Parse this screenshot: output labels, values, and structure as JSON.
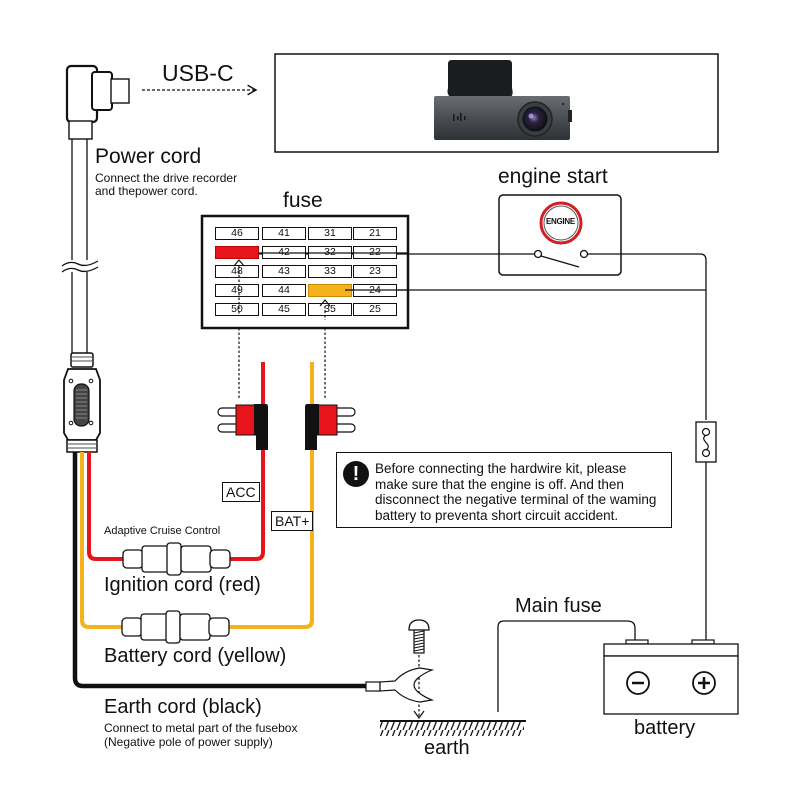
{
  "title": "Dash cam hardwire kit wiring diagram",
  "usb": {
    "label": "USB-C"
  },
  "power_cord": {
    "title": "Power cord",
    "desc_line1": "Connect the drive recorder",
    "desc_line2": "and thepower cord."
  },
  "device": {
    "name": "dash-cam"
  },
  "fuse_box": {
    "title": "fuse",
    "rows": [
      [
        "46",
        "41",
        "31",
        "21"
      ],
      [
        "",
        "42",
        "32",
        "22"
      ],
      [
        "48",
        "43",
        "33",
        "23"
      ],
      [
        "49",
        "44",
        "",
        "24"
      ],
      [
        "50",
        "45",
        "35",
        "25"
      ]
    ],
    "highlighted": [
      {
        "row": 1,
        "col": 0,
        "color": "#e8141b",
        "meaning": "ACC"
      },
      {
        "row": 3,
        "col": 2,
        "color": "#f5b21b",
        "meaning": "BAT+"
      }
    ]
  },
  "engine_start": {
    "title": "engine start",
    "badge": "ENGINE"
  },
  "tags": {
    "acc": "ACC",
    "bat": "BAT+"
  },
  "warning": {
    "icon": "exclamation-icon",
    "line1": "Before connecting the hardwire kit, please",
    "line2": "make sure that the engine is off. And then",
    "line3": "disconnect the negative terminal of the waming",
    "line4": "battery to preventa short circuit accident."
  },
  "cords": {
    "acc_caption": "Adaptive Cruise Control",
    "ignition": "Ignition cord (red)",
    "battery": "Battery cord (yellow)",
    "earth": "Earth cord (black)",
    "earth_desc1": "Connect to metal part of the fusebox",
    "earth_desc2": "(Negative pole of power supply)"
  },
  "main_fuse": {
    "label": "Main fuse"
  },
  "battery": {
    "label": "battery",
    "neg": "−",
    "pos": "+"
  },
  "earth": {
    "label": "earth"
  },
  "colors": {
    "red_wire": "#e8141b",
    "yellow_wire": "#f5b21b",
    "black_wire": "#111111",
    "engine_ring": "#d21f26"
  }
}
